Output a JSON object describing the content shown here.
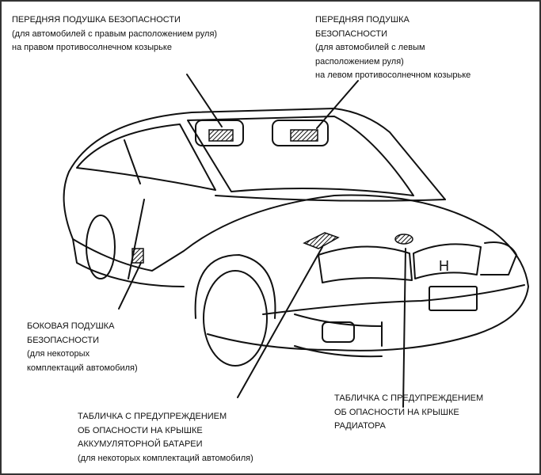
{
  "labels": {
    "front_airbag_rhd": {
      "title": "ПЕРЕДНЯЯ ПОДУШКА БЕЗОПАСНОСТИ",
      "note": "(для автомобилей с правым расположением руля)",
      "location": "на правом противосолнечном козырьке"
    },
    "front_airbag_lhd": {
      "title_1": "ПЕРЕДНЯЯ ПОДУШКА",
      "title_2": "БЕЗОПАСНОСТИ",
      "note_1": "(для автомобилей с левым",
      "note_2": "расположением руля)",
      "location": "на левом противосолнечном козырьке"
    },
    "side_airbag": {
      "title_1": "БОКОВАЯ ПОДУШКА",
      "title_2": "БЕЗОПАСНОСТИ",
      "note_1": "(для некоторых",
      "note_2": "комплектаций автомобиля)"
    },
    "battery_warning": {
      "line_1": "ТАБЛИЧКА С ПРЕДУПРЕЖДЕНИЕМ",
      "line_2": "ОБ ОПАСНОСТИ НА КРЫШКЕ",
      "line_3": "АККУМУЛЯТОРНОЙ БАТАРЕИ",
      "note": "(для некоторых комплектаций автомобиля)"
    },
    "radiator_warning": {
      "line_1": "ТАБЛИЧКА С ПРЕДУПРЕЖДЕНИЕМ",
      "line_2": "ОБ ОПАСНОСТИ НА КРЫШКЕ",
      "line_3": "РАДИАТОРА"
    }
  }
}
